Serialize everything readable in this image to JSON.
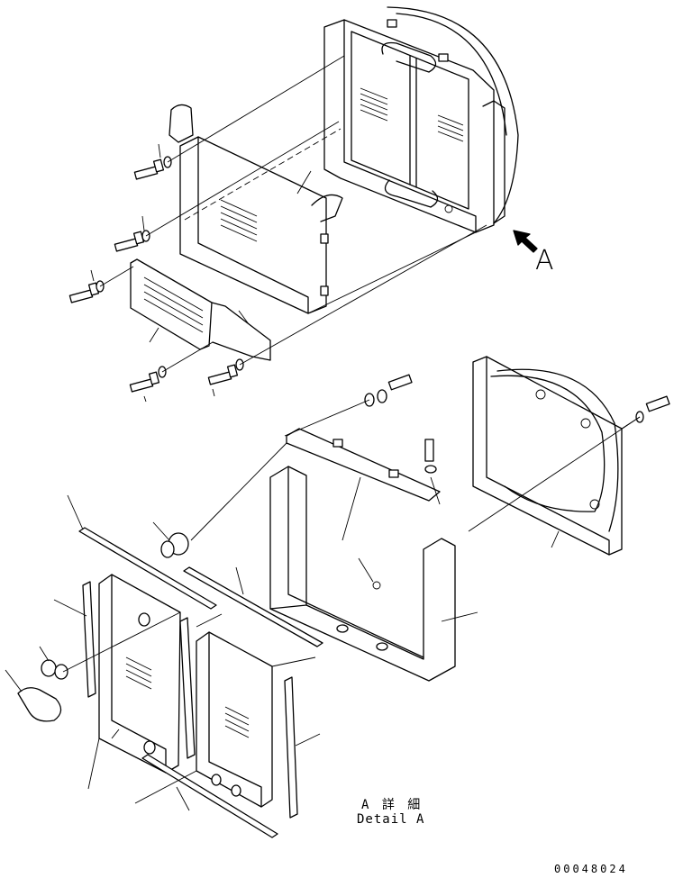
{
  "view_label": "A",
  "detail_caption_jp": "A 詳 細",
  "detail_caption_en": "Detail A",
  "drawing_number": "00048024"
}
